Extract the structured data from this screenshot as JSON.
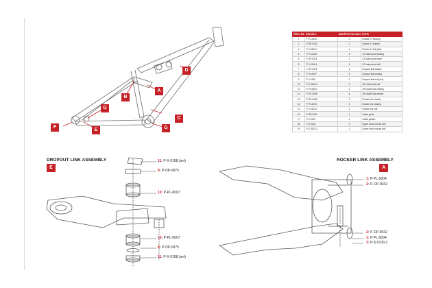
{
  "table": {
    "headers": [
      "ČÍSLO DÍLU",
      "KÓD DÍLU",
      "MNOŽSTVÍ NA SADU",
      "POPIS"
    ],
    "rows": [
      [
        "1",
        "P-PL-0004",
        "2",
        "Rocker 07 bearing"
      ],
      [
        "2",
        "P-OP-0032",
        "2",
        "Rocker 07 washer"
      ],
      [
        "3",
        "P-X-0133-1",
        "1",
        "Rocker 07 bolt (set)"
      ],
      [
        "4",
        "P-PL-0006",
        "1",
        "CS main pivot bearing"
      ],
      [
        "5",
        "P-OP-0074",
        "1",
        "CS main pivot insert"
      ],
      [
        "6",
        "P-X-0116-1",
        "1",
        "CS main pivot bolt"
      ],
      [
        "7",
        "P-OP-0075",
        "4",
        "Dropout link washer"
      ],
      [
        "8",
        "P-PL-0007",
        "4",
        "Dropout link bearing"
      ],
      [
        "9",
        "P-X-0198",
        "2",
        "Dropout link bolt (set)"
      ],
      [
        "10",
        "P-X-0133-1",
        "1",
        "SS rocker link bolt"
      ],
      [
        "11",
        "P-PL-0003",
        "2",
        "SS rocker link bearing"
      ],
      [
        "12",
        "P-OP-0035",
        "4",
        "SS rocker link washer"
      ],
      [
        "13",
        "P-OP-0036",
        "2",
        "Rocker link washer"
      ],
      [
        "14",
        "P-PL-0003",
        "2",
        "Rocker link bearing"
      ],
      [
        "15",
        "P-X-0129-2",
        "1",
        "Rocker link bolt"
      ],
      [
        "16",
        "P-OB-0014",
        "1",
        "Cable guide"
      ],
      [
        "17",
        "P-X-0110",
        "1",
        "Cable guide L"
      ],
      [
        "18",
        "P-X-0116",
        "1",
        "Upper shock mount bolt"
      ],
      [
        "19",
        "P-X-0133-2",
        "1",
        "Lower shock mount bolt"
      ]
    ]
  },
  "frame_labels": [
    {
      "id": "a",
      "text": "A"
    },
    {
      "id": "b",
      "text": "B"
    },
    {
      "id": "c",
      "text": "C"
    },
    {
      "id": "d",
      "text": "D"
    },
    {
      "id": "e",
      "text": "E"
    },
    {
      "id": "f",
      "text": "F"
    },
    {
      "id": "g1",
      "text": "G"
    },
    {
      "id": "g2",
      "text": "G"
    }
  ],
  "dropout": {
    "title": "DROPOUT LINK ASSEMBLY",
    "badge": "E",
    "callouts": [
      {
        "num": "11:",
        "code": "P-X-0198 (set)"
      },
      {
        "num": "8:",
        "code": "P-OP-0075"
      },
      {
        "num": "10:",
        "code": "P-PL-0007"
      },
      {
        "num": "10:",
        "code": "P-PL-0007"
      },
      {
        "num": "8:",
        "code": "P-OP-0075"
      },
      {
        "num": "11:",
        "code": "P-X-0198 (set)"
      }
    ]
  },
  "rocker": {
    "title": "ROCKER LINK ASSEMBLY",
    "badge": "A",
    "callouts": [
      {
        "num": "1:",
        "code": "P-PL-0004"
      },
      {
        "num": "2:",
        "code": "P-OP-0032"
      },
      {
        "num": "2:",
        "code": "P-OP-0032"
      },
      {
        "num": "1:",
        "code": "P-PL-0004"
      },
      {
        "num": "3:",
        "code": "P-X-0133-1"
      }
    ]
  },
  "colors": {
    "accent": "#c62127",
    "line": "#555555"
  }
}
